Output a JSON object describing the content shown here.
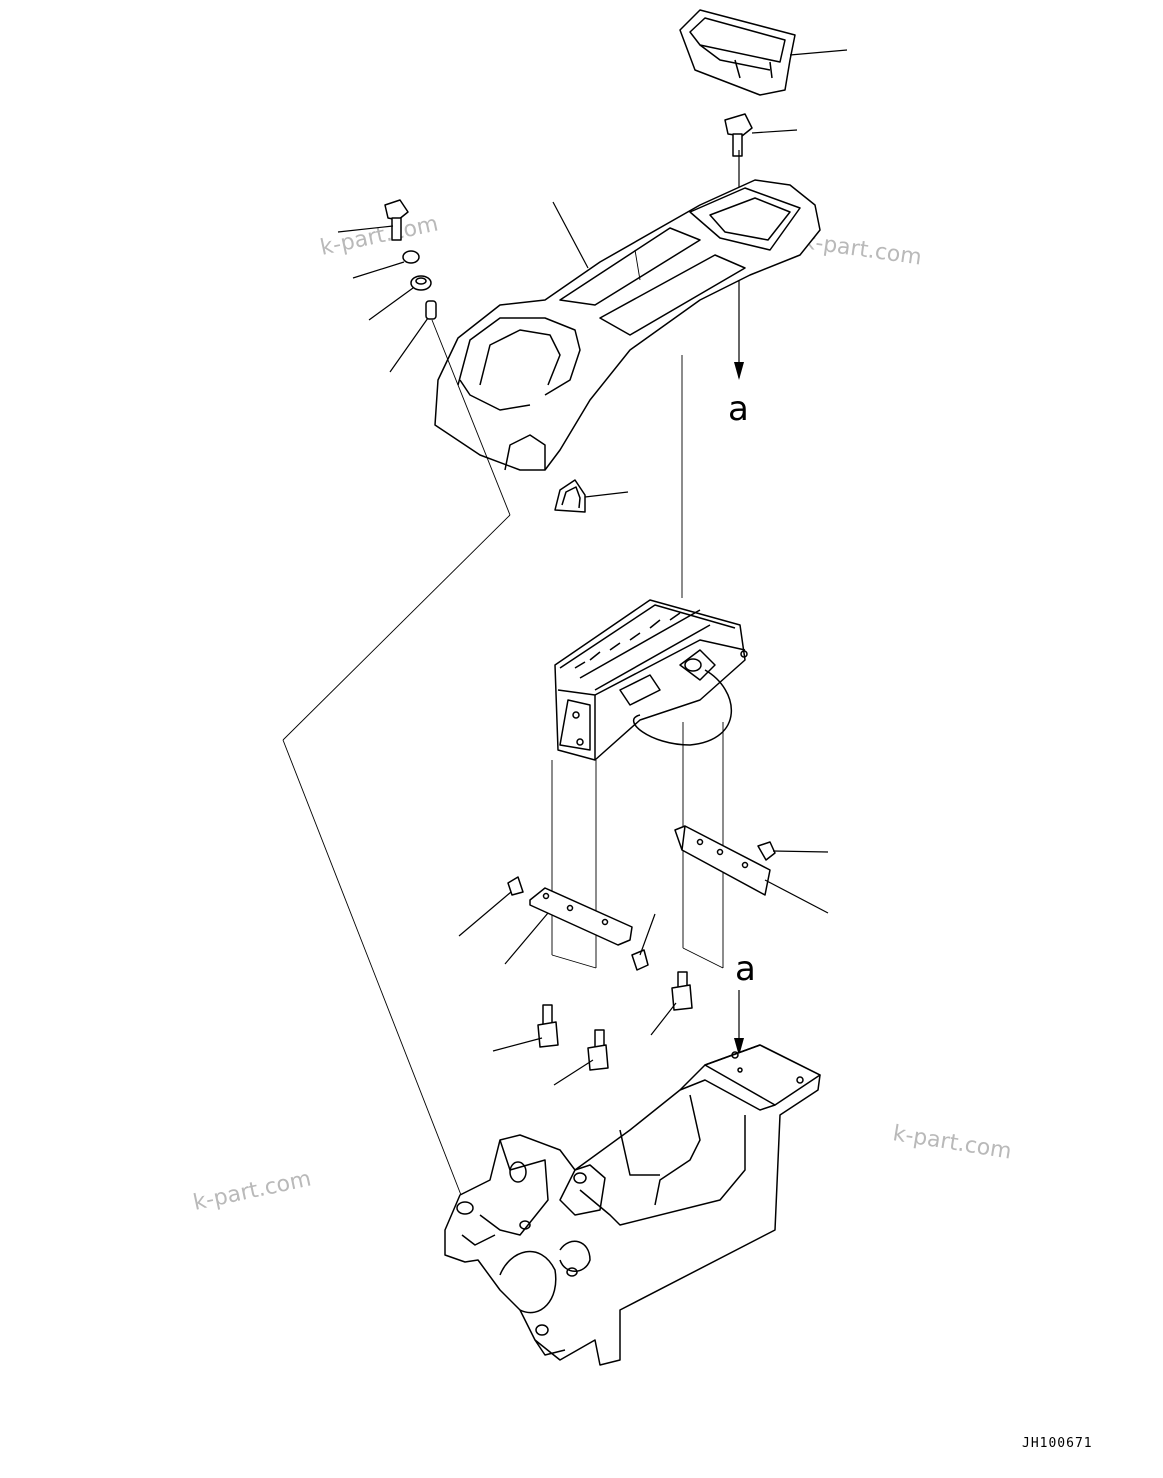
{
  "diagram": {
    "drawing_code": "JH100671",
    "reference_letters": {
      "top": "a",
      "bottom": "a"
    },
    "watermark_text": "k-part.com",
    "colors": {
      "line": "#000000",
      "watermark": "#b9b9b9",
      "background": "#ffffff"
    }
  }
}
